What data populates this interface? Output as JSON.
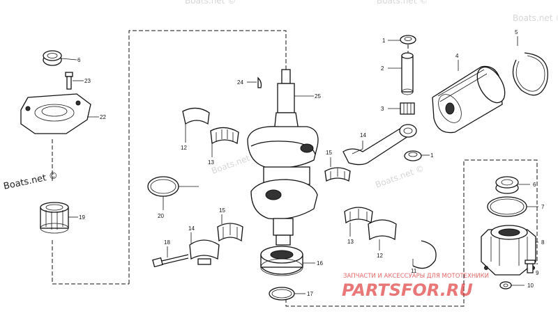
{
  "watermarks": {
    "boats_net": "Boats.net ©",
    "ru_subtitle": "ЗАПЧАСТИ И АКСЕССУАРЫ ДЛЯ МОТОТЕХНИКИ",
    "ru_brand": "PARTSFOR.RU"
  },
  "callouts": {
    "p1_top": "1",
    "p2": "2",
    "p3": "3",
    "p4": "4",
    "p5": "5",
    "p6_left": "6",
    "p23": "23",
    "p22": "22",
    "p24": "24",
    "p25": "25",
    "p12_top": "12",
    "p13_top": "13",
    "p14_top": "14",
    "p15_top": "15",
    "p1_mid": "1",
    "p20": "20",
    "p19": "19",
    "p15_low": "15",
    "p14_low": "14",
    "p13_low": "13",
    "p12_low": "12",
    "p18": "18",
    "p16": "16",
    "p17": "17",
    "p11": "11",
    "p6_right": "6",
    "p7": "7",
    "p8": "8",
    "p9": "9",
    "p10": "10"
  },
  "colors": {
    "line": "#111111",
    "watermark": "#d6d6d6",
    "brand_red": "#e03030"
  }
}
